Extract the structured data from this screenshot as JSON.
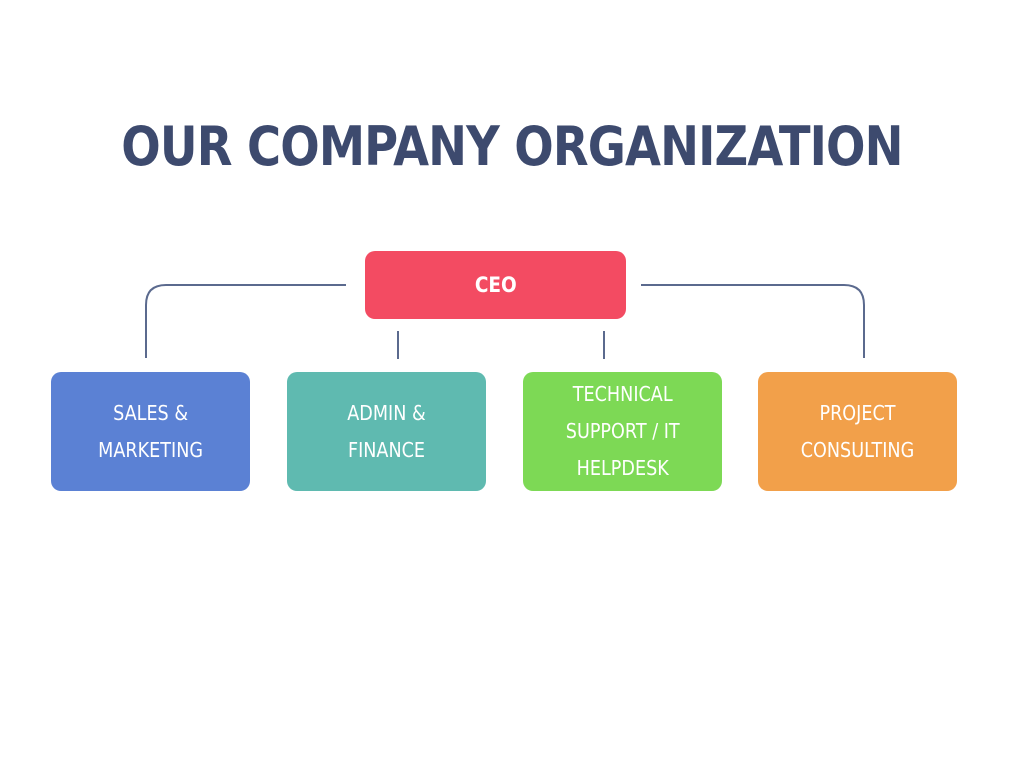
{
  "title": "OUR COMPANY ORGANIZATION",
  "colors": {
    "title": "#3d4a6e",
    "connector": "#5b6a8e",
    "ceo": "#f34b62",
    "sales": "#5b81d4",
    "admin": "#5fbab0",
    "technical": "#7dd955",
    "project": "#f2a04a"
  },
  "org": {
    "root": {
      "label": "CEO",
      "color": "#f34b62"
    },
    "children": [
      {
        "label": "SALES &\nMARKETING",
        "color": "#5b81d4"
      },
      {
        "label": "ADMIN & FINANCE",
        "color": "#5fbab0"
      },
      {
        "label": "TECHNICAL\nSUPPORT / IT\nHELPDESK",
        "color": "#7dd955"
      },
      {
        "label": "PROJECT\nCONSULTING",
        "color": "#f2a04a"
      }
    ]
  }
}
